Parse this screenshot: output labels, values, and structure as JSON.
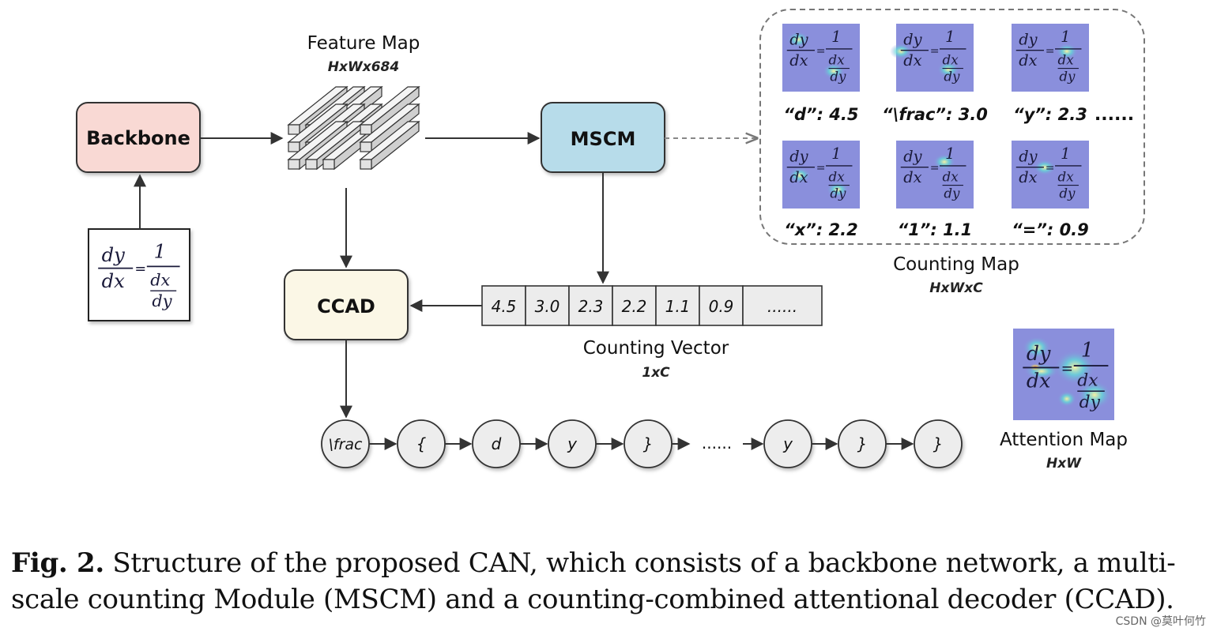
{
  "blocks": {
    "backbone": "Backbone",
    "mscm": "MSCM",
    "ccad": "CCAD"
  },
  "feature_map": {
    "title": "Feature Map",
    "dims": "HxWx684"
  },
  "counting_map": {
    "title": "Counting Map",
    "dims": "HxWxC",
    "items": [
      {
        "label": "“d”: 4.5"
      },
      {
        "label": "“\\frac”: 3.0"
      },
      {
        "label": "“y”: 2.3"
      },
      {
        "label": "“x”: 2.2"
      },
      {
        "label": "“1”: 1.1"
      },
      {
        "label": "“=”: 0.9"
      }
    ],
    "ellipsis": "......"
  },
  "counting_vector": {
    "title": "Counting Vector",
    "dims": "1xC",
    "cells": [
      "4.5",
      "3.0",
      "2.3",
      "2.2",
      "1.1",
      "0.9",
      "......"
    ]
  },
  "attention_map": {
    "title": "Attention Map",
    "dims": "HxW"
  },
  "decoder_sequence": {
    "tokens": [
      "\\frac",
      "{",
      "d",
      "y",
      "}",
      "y",
      "}",
      "}"
    ],
    "ellipsis": "......"
  },
  "caption": {
    "label": "Fig. 2.",
    "text": "Structure of the proposed CAN, which consists of a backbone network, a multi-scale counting Module (MSCM) and a counting-combined attentional decoder (CCAD)."
  },
  "watermark": "CSDN @莫叶何竹",
  "colors": {
    "backbone_fill": "#f9d9d4",
    "mscm_fill": "#b7dcea",
    "ccad_fill": "#fbf7e6",
    "heatmap_bg": "#8a8fdc",
    "cell_fill": "#ececec"
  }
}
